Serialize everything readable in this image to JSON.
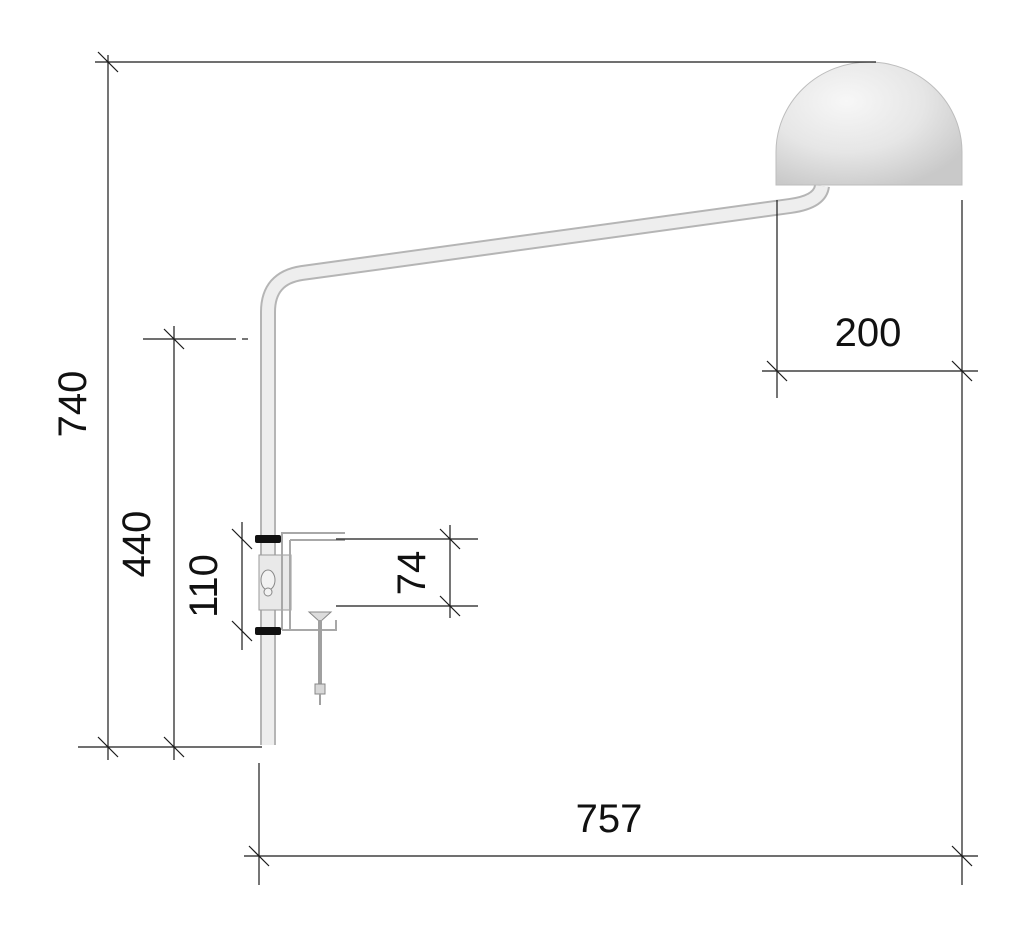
{
  "dimensions": {
    "overall_height": "740",
    "mount_height": "440",
    "clamp_span": "110",
    "clamp_gap": "74",
    "shade_width": "200",
    "overall_reach": "757"
  },
  "colors": {
    "line": "#1a1a1a",
    "lamp_body": "#e8e8e8",
    "lamp_outline": "#b5b5b5",
    "shade_light": "#f2f2f2",
    "shade_dark": "#cfcfcf",
    "pad": "#111111"
  }
}
